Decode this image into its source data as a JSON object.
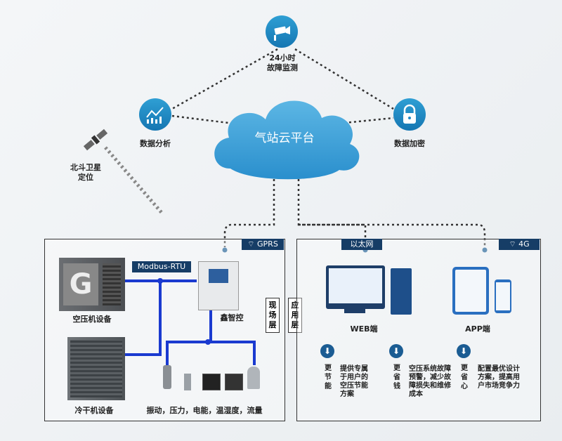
{
  "top": {
    "monitor_label": "24小时故障监测",
    "analysis_label": "数据分析",
    "encrypt_label": "数据加密",
    "beidou_label": "北斗卫星定位",
    "cloud_label": "气站云平台"
  },
  "left_panel": {
    "network_tag": "GPRS",
    "modbus_tag": "Modbus-RTU",
    "compressor_label": "空压机设备",
    "dryer_label": "冷干机设备",
    "controller_label": "鑫智控",
    "sensors_label": "振动，压力，电能，温湿度，流量",
    "layer_tag": "现场层"
  },
  "right_panel": {
    "ethernet_tag": "以太网",
    "network_tag": "4G",
    "layer_tag": "应用层",
    "web_label": "WEB端",
    "app_label": "APP端",
    "benefits": [
      {
        "title": "更节能",
        "desc": "提供专属于用户的空压节能方案"
      },
      {
        "title": "更省钱",
        "desc": "空压系统故障预警，减少故障损失和维修成本"
      },
      {
        "title": "更省心",
        "desc": "配置最优设计方案，提高用户市场竞争力"
      }
    ]
  },
  "colors": {
    "accent": "#1b5c93",
    "wire": "#1a3ad0",
    "icon_blue": "#1e88c8"
  }
}
